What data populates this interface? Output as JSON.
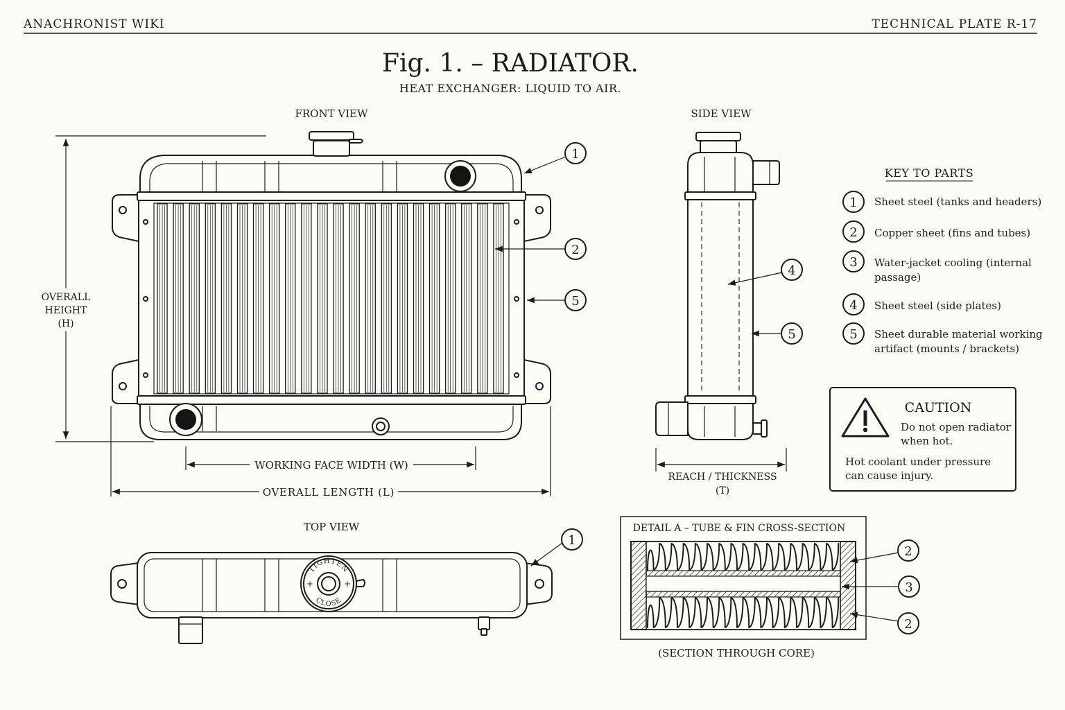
{
  "header": {
    "site": "ANACHRONIST WIKI",
    "plate": "TECHNICAL PLATE  R-17"
  },
  "figure": {
    "title": "Fig. 1. – RADIATOR.",
    "subtitle": "HEAT EXCHANGER: LIQUID TO AIR."
  },
  "views": {
    "front": "FRONT VIEW",
    "side": "SIDE VIEW",
    "top": "TOP VIEW"
  },
  "dimensions": {
    "height_line1": "OVERALL",
    "height_line2": "HEIGHT",
    "height_line3": "(H)",
    "working_width": "WORKING FACE WIDTH (W)",
    "overall_length": "OVERALL LENGTH  (L)",
    "thickness_line1": "REACH / THICKNESS",
    "thickness_line2": "(T)"
  },
  "callouts": {
    "n1": "1",
    "n2": "2",
    "n3": "3",
    "n4": "4",
    "n5": "5"
  },
  "key": {
    "title": "KEY TO PARTS",
    "items": [
      {
        "num": "1",
        "line1": "Sheet steel (tanks and headers)",
        "line2": ""
      },
      {
        "num": "2",
        "line1": "Copper sheet (fins and tubes)",
        "line2": ""
      },
      {
        "num": "3",
        "line1": "Water-jacket cooling (internal",
        "line2": "passage)"
      },
      {
        "num": "4",
        "line1": "Sheet steel (side plates)",
        "line2": ""
      },
      {
        "num": "5",
        "line1": "Sheet durable material working",
        "line2": "artifact (mounts / brackets)"
      }
    ]
  },
  "caution": {
    "title": "CAUTION",
    "line1": "Do not open radiator",
    "line2": "when hot.",
    "line3": "Hot coolant under pressure",
    "line4": "can cause injury."
  },
  "cap": {
    "top_text": "TIGHTEN",
    "bottom_text": "CLOSE"
  },
  "detail": {
    "title": "DETAIL A – TUBE & FIN CROSS-SECTION",
    "caption": "(SECTION  THROUGH CORE)"
  },
  "icons": {
    "warning": "warning-triangle-icon"
  }
}
